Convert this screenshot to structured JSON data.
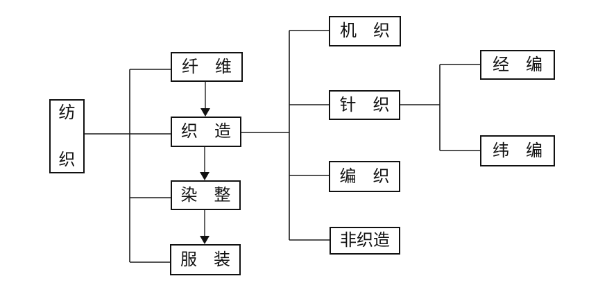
{
  "diagram": {
    "background": "#ffffff",
    "line_color": "#1a1a1a",
    "root": {
      "label": "纺织",
      "chars": [
        "纺",
        "织"
      ]
    },
    "stages": [
      {
        "label": "纤　维"
      },
      {
        "label": "织　造"
      },
      {
        "label": "染　整"
      },
      {
        "label": "服　装"
      }
    ],
    "weaving_branches": [
      {
        "label": "机　织"
      },
      {
        "label": "针　织"
      },
      {
        "label": "编　织"
      },
      {
        "label": "非织造"
      }
    ],
    "knitting_branches": [
      {
        "label": "经　编"
      },
      {
        "label": "纬　编"
      }
    ]
  }
}
